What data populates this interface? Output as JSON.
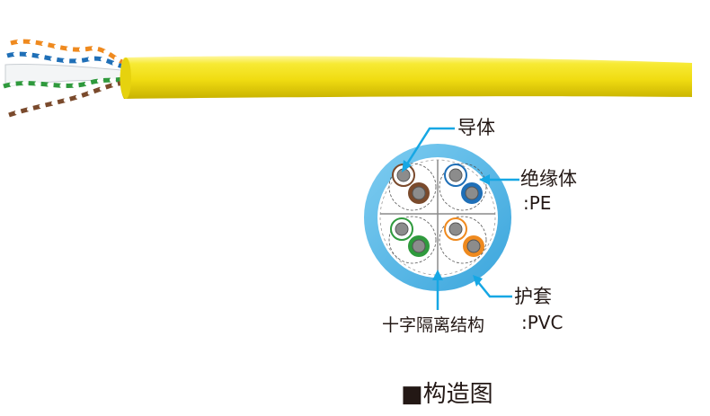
{
  "labels": {
    "conductor": "导体",
    "insulation": "绝缘体",
    "insulation_material": ":PE",
    "jacket": "护套",
    "jacket_material": ":PVC",
    "cross_separator": "十字隔离结构"
  },
  "caption": "■构造图",
  "colors": {
    "jacket_yellow": "#f4e21a",
    "jacket_blue": "#5ab8e6",
    "pointer_cyan": "#16a7e4",
    "conductor_gray": "#8c8c8c",
    "pair_brown": "#7a4a2c",
    "pair_blue": "#1f6fb7",
    "pair_green": "#2f9a3d",
    "pair_orange": "#ef8a1f"
  }
}
